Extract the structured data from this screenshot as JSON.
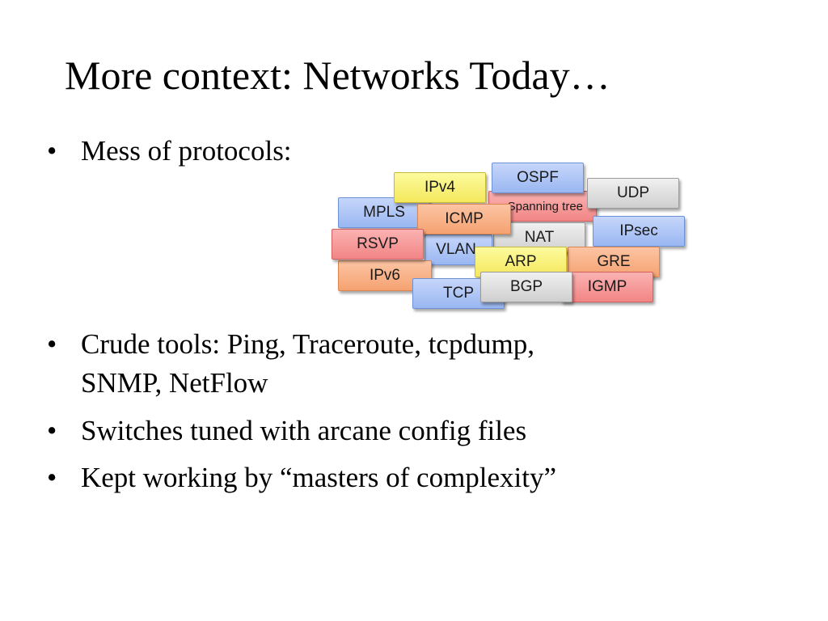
{
  "slide": {
    "title": "More context: Networks Today…",
    "bullet_char": "•",
    "bullets": [
      "Mess of protocols:",
      "Crude tools: Ping, Traceroute, tcpdump,",
      "SNMP, NetFlow",
      "Switches tuned with arcane config files",
      "Kept working by “masters of complexity”"
    ]
  },
  "protocols": [
    "OSPF",
    "IPv4",
    "Spanning tree",
    "UDP",
    "MPLS",
    "ICMP",
    "IPsec",
    "NAT",
    "RSVP",
    "VLAN",
    "ARP",
    "GRE",
    "IPv6",
    "TCP",
    "BGP",
    "IGMP"
  ],
  "colors": {
    "blue": "#9ab7f2",
    "yellow": "#f4e85c",
    "orange": "#f5a271",
    "red": "#f28585",
    "gray": "#cfcfcf"
  }
}
